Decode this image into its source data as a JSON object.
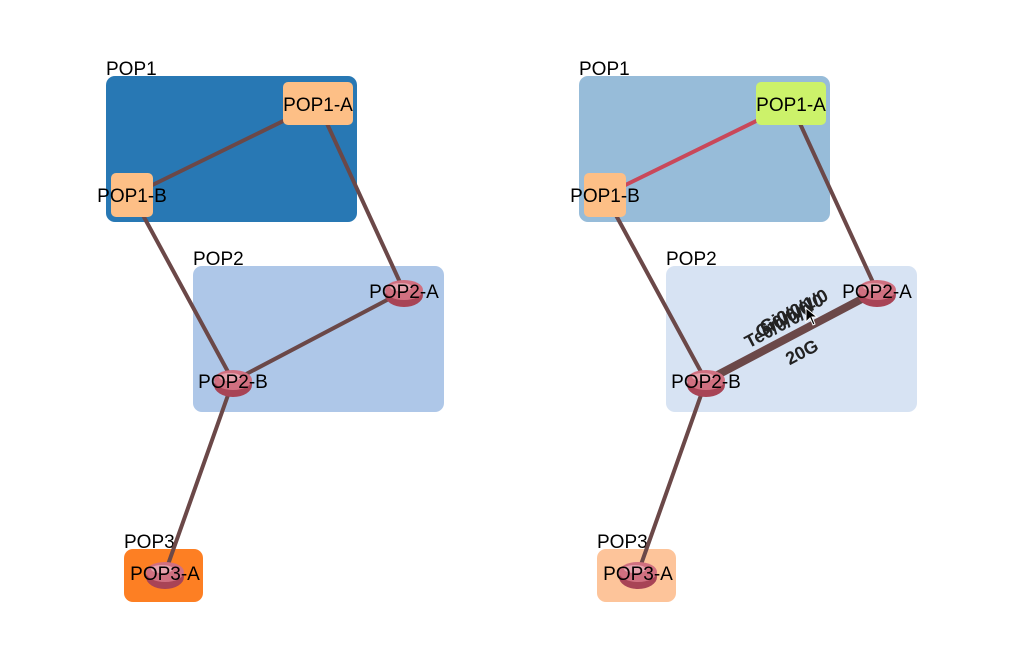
{
  "colors": {
    "edge": "#6b4848",
    "edge_highlight": "#c9485a",
    "router_fill": "#d07080",
    "router_top": "#f0b8c0",
    "node_box": "#fdbf86",
    "node_box_selected": "#ccf26a"
  },
  "panels": [
    {
      "groups": [
        {
          "name": "POP1",
          "fill": "#2878b4"
        },
        {
          "name": "POP2",
          "fill": "#aec7e8"
        },
        {
          "name": "POP3",
          "fill": "#fd7f23"
        }
      ],
      "nodes": [
        {
          "label": "POP1-A",
          "kind": "box"
        },
        {
          "label": "POP1-B",
          "kind": "box"
        },
        {
          "label": "POP2-A",
          "kind": "router-icon"
        },
        {
          "label": "POP2-B",
          "kind": "router-icon"
        },
        {
          "label": "POP3-A",
          "kind": "router-icon"
        }
      ],
      "edges": [
        {
          "from": "POP1-A",
          "to": "POP1-B"
        },
        {
          "from": "POP1-A",
          "to": "POP2-A"
        },
        {
          "from": "POP1-B",
          "to": "POP2-B"
        },
        {
          "from": "POP2-A",
          "to": "POP2-B"
        },
        {
          "from": "POP2-B",
          "to": "POP3-A"
        }
      ]
    },
    {
      "groups": [
        {
          "name": "POP1",
          "fill": "#97bcd9"
        },
        {
          "name": "POP2",
          "fill": "#d7e3f3"
        },
        {
          "name": "POP3",
          "fill": "#fdc49a"
        }
      ],
      "nodes": [
        {
          "label": "POP1-A",
          "kind": "box",
          "selected": true
        },
        {
          "label": "POP1-B",
          "kind": "box"
        },
        {
          "label": "POP2-A",
          "kind": "router-icon"
        },
        {
          "label": "POP2-B",
          "kind": "router-icon"
        },
        {
          "label": "POP3-A",
          "kind": "router-icon"
        }
      ],
      "edges": [
        {
          "from": "POP1-A",
          "to": "POP1-B",
          "highlight": true
        },
        {
          "from": "POP1-A",
          "to": "POP2-A"
        },
        {
          "from": "POP1-B",
          "to": "POP2-B"
        },
        {
          "from": "POP2-A",
          "to": "POP2-B",
          "thick": true
        },
        {
          "from": "POP2-B",
          "to": "POP3-A"
        }
      ],
      "edge_labels": {
        "interface_a": "Te0/0/0/0",
        "interface_b": "Gi0/0/0/0",
        "interface_c": "Gi0/0/1/0",
        "capacity": "20G"
      },
      "cursor": "arrow-cursor-icon"
    }
  ]
}
